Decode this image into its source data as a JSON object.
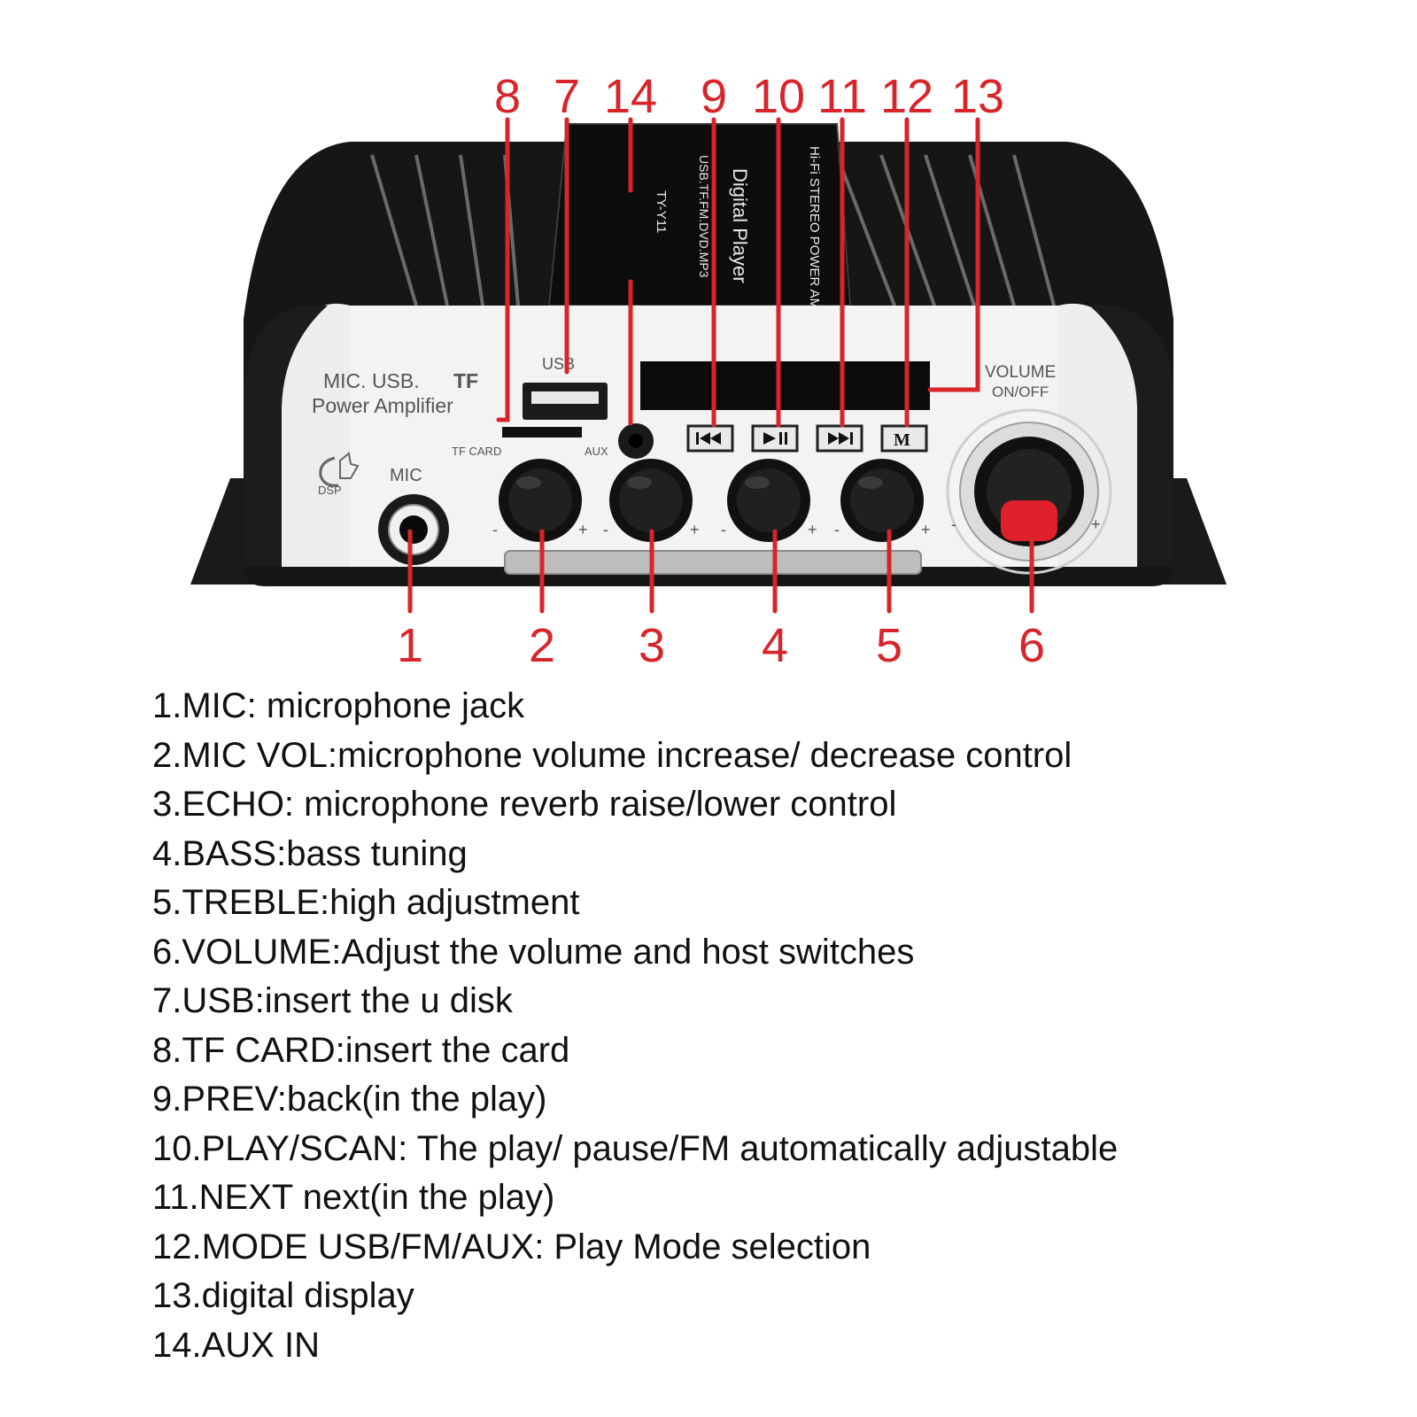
{
  "colors": {
    "accent": "#d8242a",
    "body": "#161616",
    "panel": "#f3f3f3",
    "knob": "#111111",
    "power_button": "#e0202a"
  },
  "device": {
    "panel_title_line1": "MIC. USB.",
    "panel_title_tf": "TF",
    "panel_title_line2": "Power Amplifier",
    "dsp_label": "DSP",
    "mic_label": "MIC",
    "usb_label": "USB",
    "tf_card_label": "TF CARD",
    "aux_label": "AUX",
    "volume_label": "VOLUME",
    "onoff_label": "ON/OFF",
    "mode_button_glyph": "M",
    "top_label_model": "TY-Y11",
    "top_label_formats": "USB.TF.FM.DVD.MP3",
    "top_label_player": "Digital Player",
    "top_label_amp": "Hi-Fi STEREO POWER AMPLIFIER",
    "knob_minus": "-",
    "knob_plus": "+"
  },
  "callouts_top": [
    "8",
    "7",
    "14",
    "9",
    "10",
    "11",
    "12",
    "13"
  ],
  "callouts_bottom": [
    "1",
    "2",
    "3",
    "4",
    "5",
    "6"
  ],
  "legend": [
    "1.MIC: microphone jack",
    "2.MIC VOL:microphone volume increase/ decrease control",
    "3.ECHO: microphone reverb raise/lower control",
    "4.BASS:bass tuning",
    "5.TREBLE:high adjustment",
    "6.VOLUME:Adjust the volume and host switches",
    "7.USB:insert the u disk",
    "8.TF CARD:insert the card",
    "9.PREV:back(in the play)",
    "10.PLAY/SCAN: The play/ pause/FM automatically adjustable",
    "11.NEXT next(in the play)",
    "12.MODE USB/FM/AUX: Play Mode selection",
    "13.digital display",
    "14.AUX IN"
  ]
}
